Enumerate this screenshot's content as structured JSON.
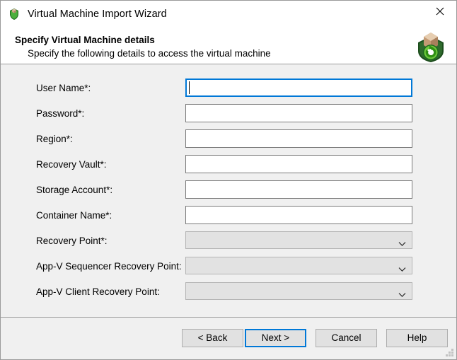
{
  "window": {
    "title": "Virtual Machine Import Wizard",
    "title_icon": "vm-shield-box-icon",
    "close_icon": "close-icon"
  },
  "header": {
    "title": "Specify Virtual Machine details",
    "subtitle": "Specify the following details to access the virtual machine",
    "icon": "import-box-shield-refresh-icon"
  },
  "colors": {
    "accent": "#0078d7",
    "window_bg": "#f0f0f0",
    "panel_bg": "#ffffff",
    "input_border": "#7a7a7a",
    "disabled_bg": "#e2e2e2",
    "disabled_border": "#b4b4b4",
    "button_bg": "#e1e1e1",
    "button_border": "#adadad",
    "separator": "#9a9a9a"
  },
  "form": {
    "fields": [
      {
        "label": "User Name*:",
        "type": "text",
        "value": "",
        "placeholder": "",
        "focused": true,
        "disabled": false
      },
      {
        "label": "Password*:",
        "type": "text",
        "value": "",
        "placeholder": "",
        "focused": false,
        "disabled": false
      },
      {
        "label": "Region*:",
        "type": "text",
        "value": "",
        "placeholder": "",
        "focused": false,
        "disabled": false
      },
      {
        "label": "Recovery Vault*:",
        "type": "text",
        "value": "",
        "placeholder": "",
        "focused": false,
        "disabled": false
      },
      {
        "label": "Storage Account*:",
        "type": "text",
        "value": "",
        "placeholder": "",
        "focused": false,
        "disabled": false
      },
      {
        "label": "Container Name*:",
        "type": "text",
        "value": "",
        "placeholder": "",
        "focused": false,
        "disabled": false
      },
      {
        "label": "Recovery Point*:",
        "type": "select",
        "value": "",
        "placeholder": "",
        "focused": false,
        "disabled": true
      },
      {
        "label": "App-V Sequencer Recovery Point:",
        "type": "select",
        "value": "",
        "placeholder": "",
        "focused": false,
        "disabled": true
      },
      {
        "label": "App-V Client Recovery Point:",
        "type": "select",
        "value": "",
        "placeholder": "",
        "focused": false,
        "disabled": true
      }
    ]
  },
  "footer": {
    "buttons": [
      {
        "label": "< Back",
        "default": false
      },
      {
        "label": "Next >",
        "default": true
      },
      {
        "label": "Cancel",
        "default": false
      },
      {
        "label": "Help",
        "default": false
      }
    ],
    "resize_grip": "resize-grip-icon"
  }
}
